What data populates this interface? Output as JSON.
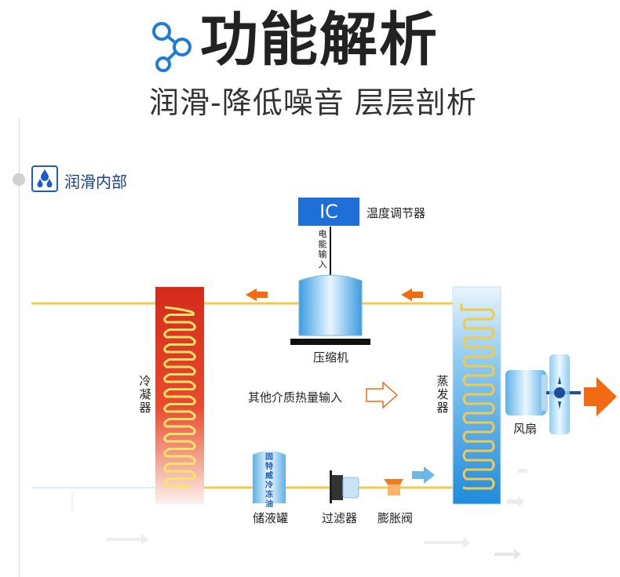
{
  "header": {
    "title": "功能解析",
    "subtitle": "润滑-降低噪音 层层剖析"
  },
  "section": {
    "label": "润滑内部"
  },
  "components": {
    "ic": "IC",
    "thermostat": "温度调节器",
    "power_input": "电能输入",
    "compressor": "压缩机",
    "condenser": "冷凝器",
    "evaporator": "蒸发器",
    "fan": "风扇",
    "heat_input": "其他介质热量输入",
    "receiver": "储液罐",
    "receiver_tank_text": "固特威冷冻油",
    "filter": "过滤器",
    "expansion_valve": "膨胀阀"
  },
  "colors": {
    "pipe": "#f2c94c",
    "condenser_hot": "#d8291c",
    "evaporator_blue": "#1f8bdc",
    "arrow_orange": "#f26a12",
    "arrow_blue": "#6cb6e8",
    "ic_blue": "#1f6fd9"
  }
}
